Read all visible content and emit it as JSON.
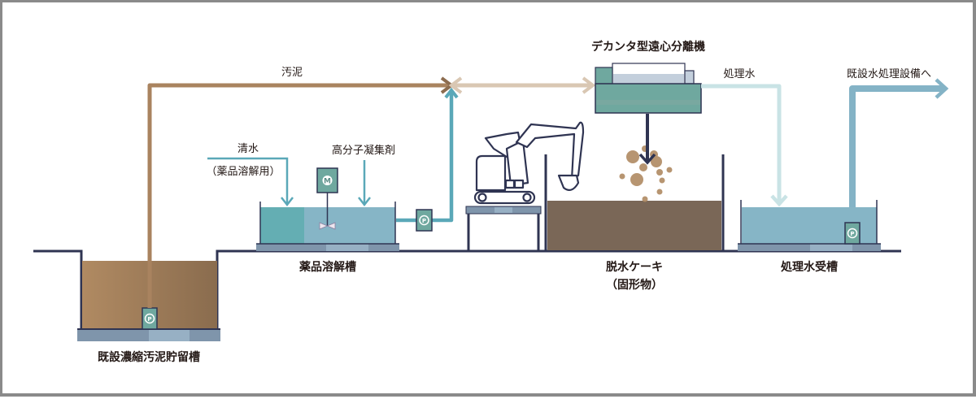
{
  "diagram": {
    "title": "デカンタ型遠心分離機 汚泥脱水フロー",
    "labels": {
      "sludge_flow": "汚泥",
      "clean_water": "清水",
      "clean_water_note": "（薬品溶解用）",
      "polymer": "高分子凝集剤",
      "decanter": "デカンタ型遠心分離機",
      "treated_water": "処理水",
      "to_existing_facility": "既設水処理設備へ",
      "existing_sludge_tank": "既設濃縮汚泥貯留槽",
      "chemical_tank": "薬品溶解槽",
      "dewatered_cake": "脱水ケーキ",
      "dewatered_cake_note": "（固形物）",
      "treated_water_tank": "処理水受槽"
    },
    "symbols": {
      "pump": "P",
      "motor": "M"
    },
    "colors": {
      "sludge": "#a9835f",
      "sludge_light": "#d9c7b3",
      "chemical_flow": "#5aa8b8",
      "treated_flow": "#c9e3e5",
      "final_flow": "#84b3c6",
      "tank_water": "#86b5c6",
      "tank_water_dark": "#64aeb3",
      "cake": "#7a6757",
      "outline": "#2f3452",
      "equipment": "#6fa89f",
      "base": "#7f95ab"
    }
  }
}
